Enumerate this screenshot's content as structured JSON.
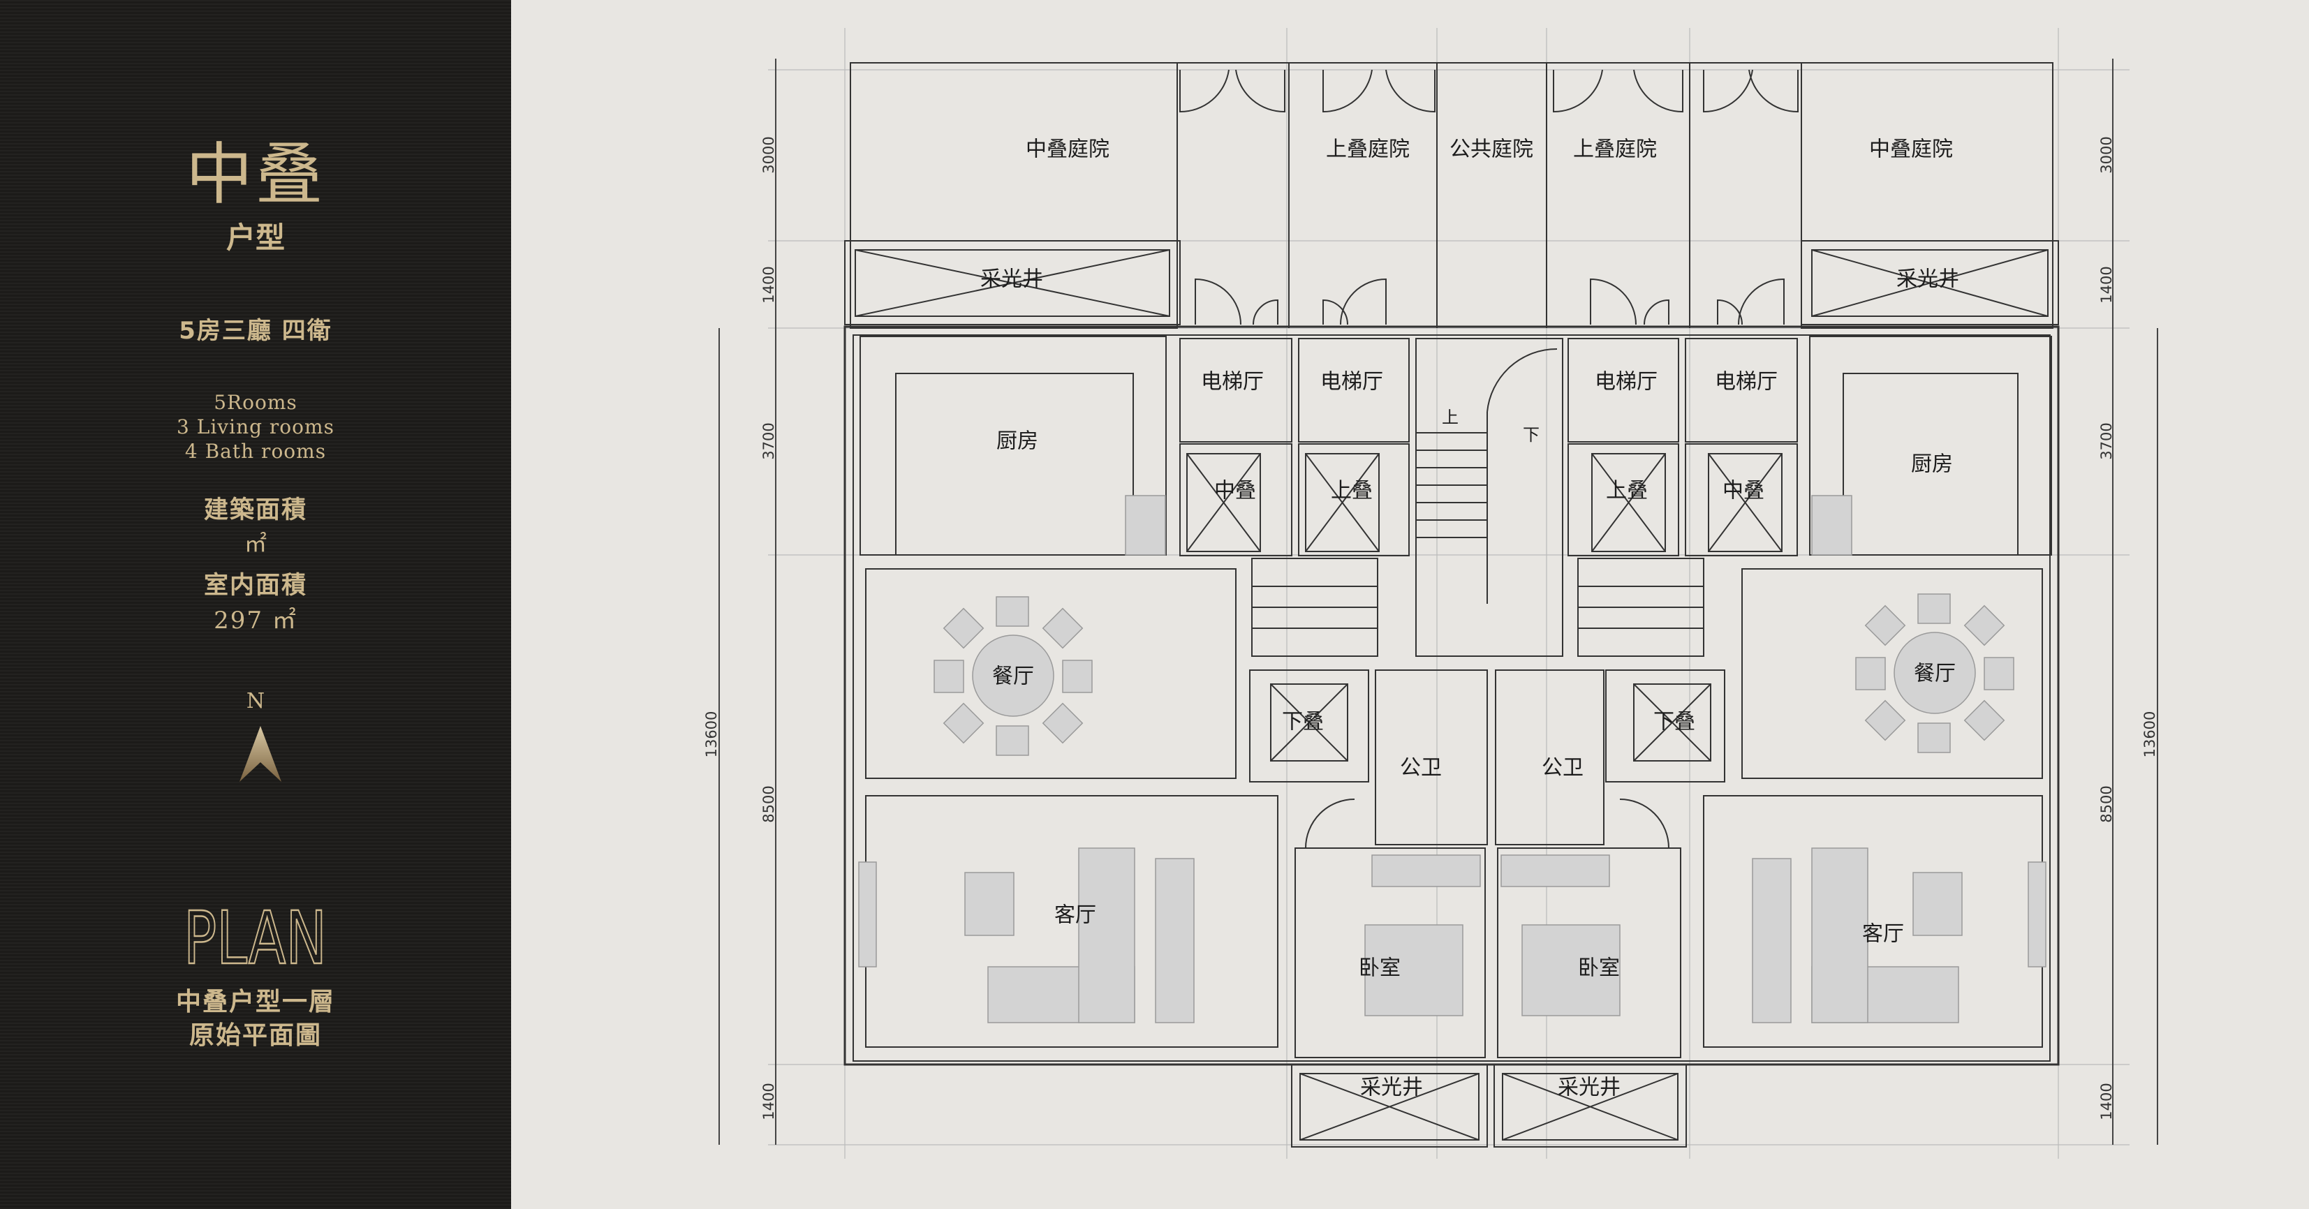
{
  "sidebar": {
    "title": "中叠",
    "subtitle": "户型",
    "rooms_summary": "5房三廳 四衛",
    "en_rooms": "5Rooms",
    "en_living": "3 Living rooms",
    "en_bath": "4 Bath rooms",
    "gross_area_label": "建築面積",
    "gross_area_unit": "㎡",
    "interior_area_label": "室内面積",
    "interior_area_value": "297 ㎡",
    "north_label": "N",
    "plan_heading": "PLAN",
    "caption_line1": "中叠户型一層",
    "caption_line2": "原始平面圖",
    "accent_color": "#cdb88d"
  },
  "plan": {
    "rooms": {
      "courtyard_mid_left": "中叠庭院",
      "courtyard_upper_left": "上叠庭院",
      "courtyard_public": "公共庭院",
      "courtyard_upper_right": "上叠庭院",
      "courtyard_mid_right": "中叠庭院",
      "lightwell_top_left": "采光井",
      "lightwell_top_right": "采光井",
      "lift_hall_1": "电梯厅",
      "lift_hall_2": "电梯厅",
      "lift_hall_3": "电梯厅",
      "lift_hall_4": "电梯厅",
      "kitchen_left": "厨房",
      "kitchen_right": "厨房",
      "lift_mid_left": "中叠",
      "lift_upper_left": "上叠",
      "lift_upper_right": "上叠",
      "lift_mid_right": "中叠",
      "stair_up": "上",
      "stair_down": "下",
      "dining_left": "餐厅",
      "dining_right": "餐厅",
      "lift_lower_left": "下叠",
      "lift_lower_right": "下叠",
      "wc_left": "公卫",
      "wc_right": "公卫",
      "living_left": "客厅",
      "living_right": "客厅",
      "bedroom_left": "卧室",
      "bedroom_right": "卧室",
      "lightwell_bottom_left": "采光井",
      "lightwell_bottom_right": "采光井"
    },
    "dimensions": {
      "d1": "3000",
      "d2": "1400",
      "d3": "3700",
      "d4": "8500",
      "d5": "1400",
      "total": "13600"
    }
  }
}
